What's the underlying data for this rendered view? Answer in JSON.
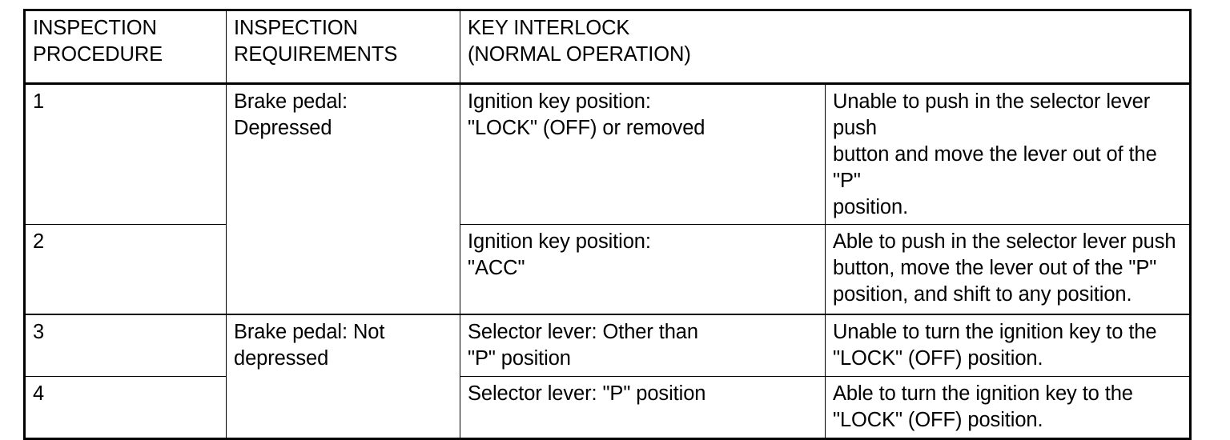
{
  "table": {
    "headers": [
      {
        "name": "inspection-procedure",
        "lines": [
          "INSPECTION",
          "PROCEDURE"
        ]
      },
      {
        "name": "inspection-requirements",
        "lines": [
          "INSPECTION",
          "REQUIREMENTS"
        ]
      },
      {
        "name": "key-interlock-normal-operation",
        "lines": [
          "KEY INTERLOCK",
          "(NORMAL OPERATION)"
        ]
      }
    ],
    "rows": [
      {
        "procedure": "1",
        "requirement": [
          "Brake pedal:",
          "Depressed"
        ],
        "requirement_rowspan": 2,
        "key_condition": [
          "Ignition key position:",
          "\"LOCK\" (OFF) or removed"
        ],
        "result": [
          "Unable to push in the selector lever push",
          "button and move the lever out of the \"P\"",
          "position."
        ]
      },
      {
        "procedure": "2",
        "key_condition": [
          "Ignition key position:",
          "\"ACC\""
        ],
        "result": [
          "Able to push in the selector lever push",
          "button, move the lever out of the \"P\"",
          "position, and shift to any position."
        ]
      },
      {
        "procedure": "3",
        "requirement": [
          "Brake pedal: Not",
          "depressed"
        ],
        "requirement_rowspan": 2,
        "key_condition": [
          "Selector lever: Other than",
          "\"P\" position"
        ],
        "result": [
          "Unable to turn the ignition key to the",
          "\"LOCK\" (OFF) position."
        ]
      },
      {
        "procedure": "4",
        "key_condition": [
          "Selector lever: \"P\" position"
        ],
        "result": [
          "Able to turn the ignition key to the",
          "\"LOCK\" (OFF) position."
        ]
      }
    ]
  },
  "colors": {
    "border": "#000000",
    "background": "#ffffff",
    "text": "#000000"
  }
}
